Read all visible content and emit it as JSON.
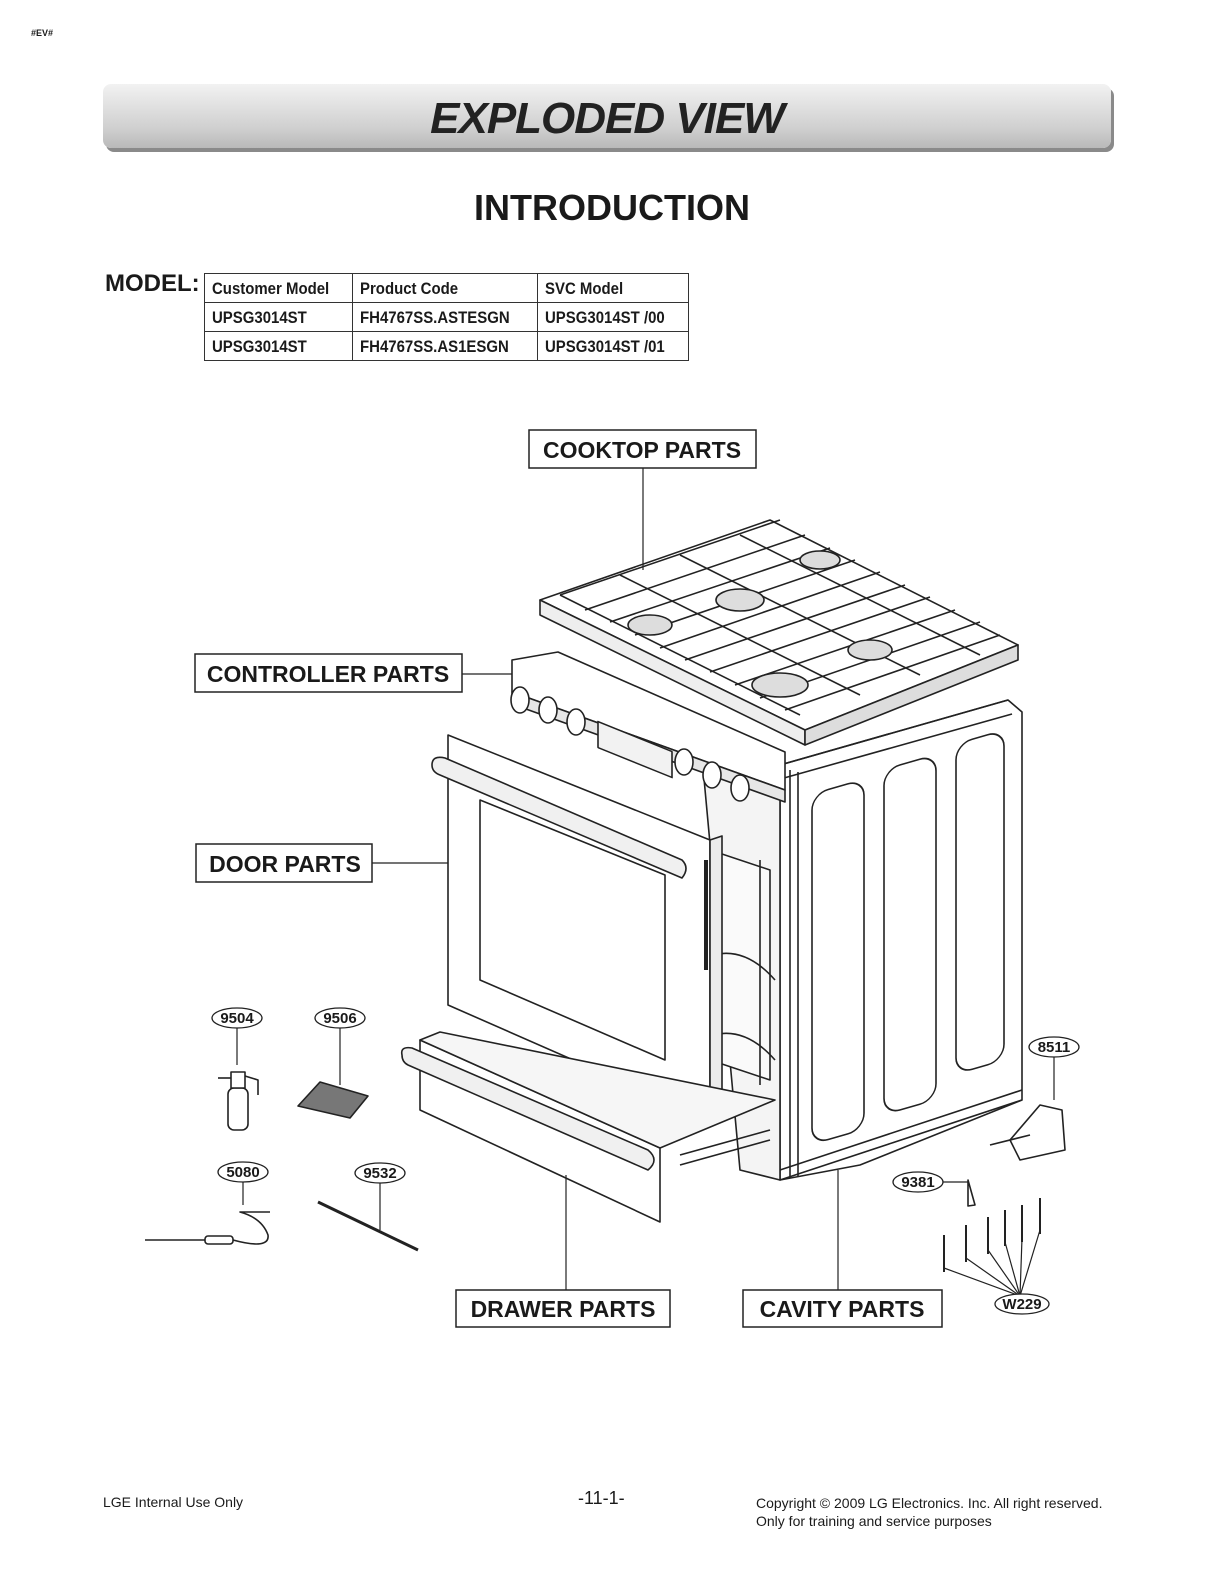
{
  "corner_tag": "#EV#",
  "banner_title": "EXPLODED VIEW",
  "section_title": "INTRODUCTION",
  "model_label": "MODEL:",
  "model_table": {
    "headers": [
      "Customer Model",
      "Product Code",
      "SVC Model"
    ],
    "rows": [
      [
        "UPSG3014ST",
        "FH4767SS.ASTESGN",
        "UPSG3014ST /00"
      ],
      [
        "UPSG3014ST",
        "FH4767SS.AS1ESGN",
        "UPSG3014ST /01"
      ]
    ]
  },
  "group_labels": {
    "cooktop": "COOKTOP PARTS",
    "controller": "CONTROLLER PARTS",
    "door": "DOOR PARTS",
    "drawer": "DRAWER PARTS",
    "cavity": "CAVITY PARTS"
  },
  "part_labels": {
    "p9504": "9504",
    "p9506": "9506",
    "p5080": "5080",
    "p9532": "9532",
    "p8511": "8511",
    "p9381": "9381",
    "pW229": "W229"
  },
  "footer": {
    "left": "LGE Internal Use Only",
    "page": "-11-1-",
    "copyright_line1": "Copyright © 2009 LG Electronics. Inc. All right reserved.",
    "copyright_line2": "Only for training and service purposes"
  }
}
